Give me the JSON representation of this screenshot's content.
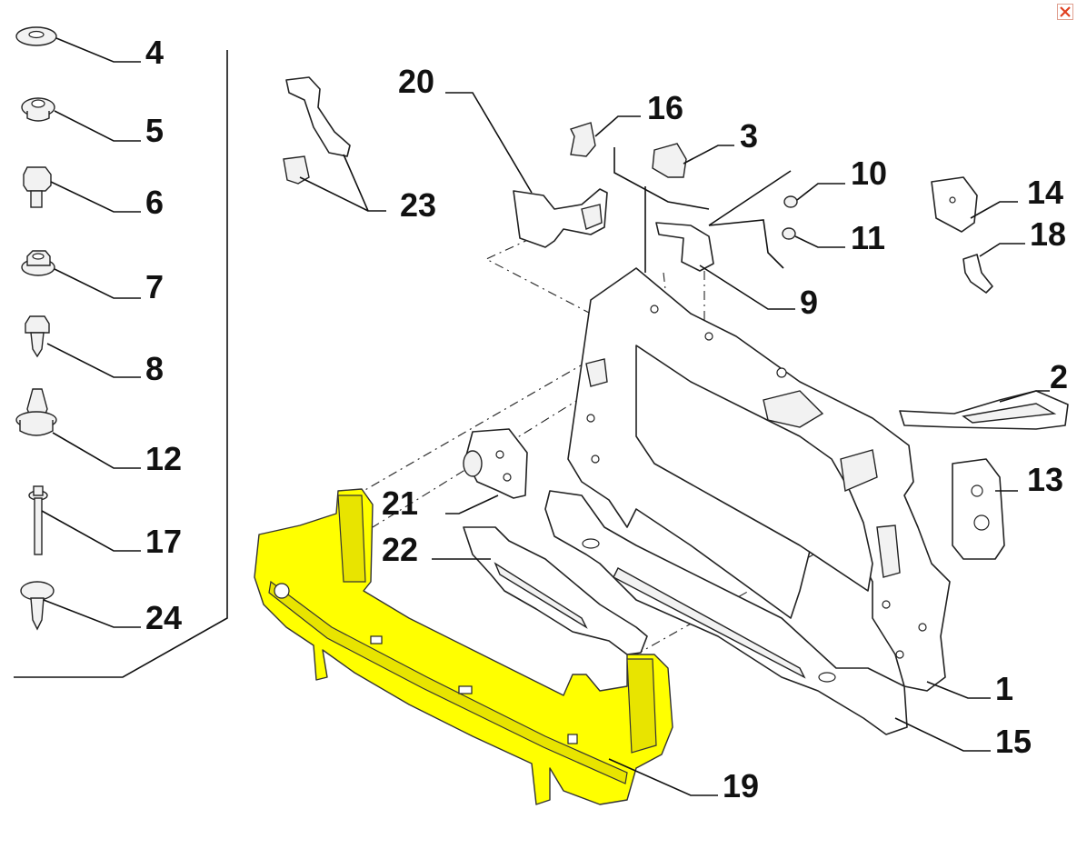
{
  "callouts": {
    "c1": "1",
    "c2": "2",
    "c3": "3",
    "c4": "4",
    "c5": "5",
    "c6": "6",
    "c7": "7",
    "c8": "8",
    "c9": "9",
    "c10": "10",
    "c11": "11",
    "c12": "12",
    "c13": "13",
    "c14": "14",
    "c15": "15",
    "c16": "16",
    "c17": "17",
    "c18": "18",
    "c19": "19",
    "c20": "20",
    "c21": "21",
    "c22": "22",
    "c23": "23",
    "c24": "24"
  },
  "icons": {
    "close": "close-icon"
  },
  "colors": {
    "highlight": "#ffff00",
    "line": "#111111",
    "close": "#e04020"
  }
}
